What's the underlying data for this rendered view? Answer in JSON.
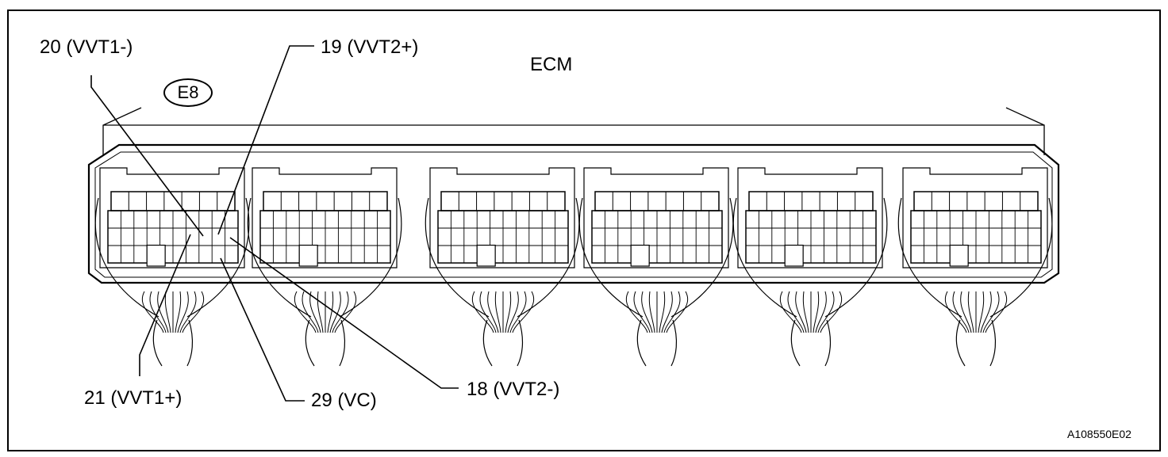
{
  "component": "ECM",
  "connector": "E8",
  "callouts": {
    "vvt1_minus": "20 (VVT1-)",
    "vvt2_plus": "19 (VVT2+)",
    "vvt1_plus": "21 (VVT1+)",
    "vc": "29 (VC)",
    "vvt2_minus": "18 (VVT2-)"
  },
  "figure_code": "A108550E02"
}
